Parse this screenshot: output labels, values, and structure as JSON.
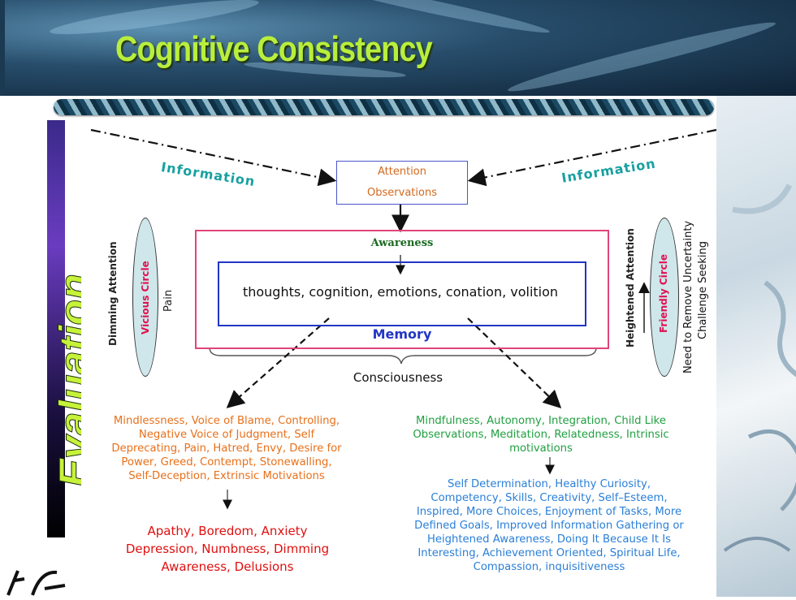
{
  "slide": {
    "title": "Cognitive Consistency",
    "side_title": "Evaluation"
  },
  "diagram": {
    "info_left": "Information",
    "info_right": "Information",
    "attention": [
      "Attention",
      "Observations"
    ],
    "awareness": "Awareness",
    "thoughts": "thoughts, cognition, emotions, conation, volition",
    "memory": "Memory",
    "consciousness": "Consciousness",
    "left_cycle": {
      "outer": "Dimming Attention",
      "circle": "Vicious Circle",
      "inner": "Pain"
    },
    "right_cycle": {
      "inner": "Heightened Attention",
      "circle": "Friendly Circle",
      "outer1": "Need to Remove Uncertainty",
      "outer2": "Challenge Seeking"
    },
    "negative_causes": [
      "Mindlessness, Voice of Blame,  Controlling,",
      "Negative Voice of Judgment, Self",
      "Deprecating, Pain, Hatred, Envy, Desire for",
      "Power, Greed, Contempt, Stonewalling,",
      "Self-Deception, Extrinsic Motivations"
    ],
    "negative_effects": [
      "Apathy, Boredom, Anxiety",
      "Depression, Numbness, Dimming",
      "Awareness, Delusions"
    ],
    "positive_causes": [
      "Mindfulness, Autonomy, Integration, Child Like",
      "Observations, Meditation, Relatedness, Intrinsic",
      "motivations"
    ],
    "positive_effects": [
      "Self Determination, Healthy Curiosity,",
      "Competency, Skills, Creativity, Self–Esteem,",
      "Inspired, More Choices, Enjoyment of Tasks, More",
      "Defined Goals, Improved Information Gathering or",
      "Heightened Awareness, Doing It Because It Is",
      "Interesting,  Achievement Oriented, Spiritual Life,",
      "Compassion, inquisitiveness"
    ],
    "colors": {
      "title": "#b8ee3c",
      "orange": "#e8701a",
      "red": "#e01010",
      "green": "#20a040",
      "blue": "#2a7fd8",
      "teal": "#18a0a0",
      "awareness_box": "#e0457a",
      "thoughts_box": "#2236c4"
    }
  }
}
